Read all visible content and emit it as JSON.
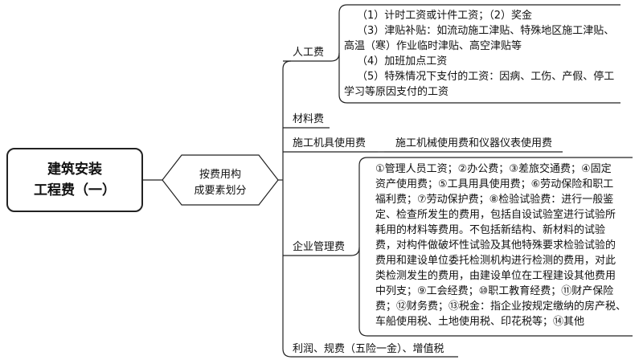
{
  "root": {
    "line1": "建筑安装",
    "line2": "工程费（一）"
  },
  "classifier": {
    "line1": "按费用构",
    "line2": "成要素划分"
  },
  "branches": {
    "labor": {
      "label": "人工费",
      "details": [
        "（1）计时工资或计件工资；（2）奖金",
        "（3）津贴补贴：如流动施工津贴、特殊地区施工津贴、",
        "高温（寒）作业临时津贴、高空津贴等",
        "（4）加班加点工资",
        "（5）特殊情况下支付的工资：因病、工伤、产假、停工",
        "学习等原因支付的工资"
      ]
    },
    "material": {
      "label": "材料费"
    },
    "machinery": {
      "label": "施工机具使用费",
      "detail": "施工机械使用费和仪器仪表使用费"
    },
    "management": {
      "label": "企业管理费",
      "details": [
        "①管理人员工资；②办公费；③差旅交通费；④固定",
        "资产使用费；⑤工具用具使用费；⑥劳动保险和职工",
        "福利费；⑦劳动保护费；⑧检验试验费：进行一般鉴",
        "定、检查所发生的费用，包括自设试验室进行试验所",
        "耗用的材料等费用。不包括新结构、新材料的试验",
        "费，对构件做破坏性试验及其他特殊要求检验试验的",
        "费用和建设单位委托检测机构进行检测的费用，对此",
        "类检测发生的费用，由建设单位在工程建设其他费用",
        "中列支；⑨工会经费；⑩职工教育经费；⑪财产保险",
        "费；⑫财务费；⑬税金：指企业按规定缴纳的房产税、",
        "车船使用税、土地使用税、印花税等；⑭其他"
      ]
    },
    "profit": {
      "label": "利润、规费（五险一金）、增值税"
    }
  }
}
